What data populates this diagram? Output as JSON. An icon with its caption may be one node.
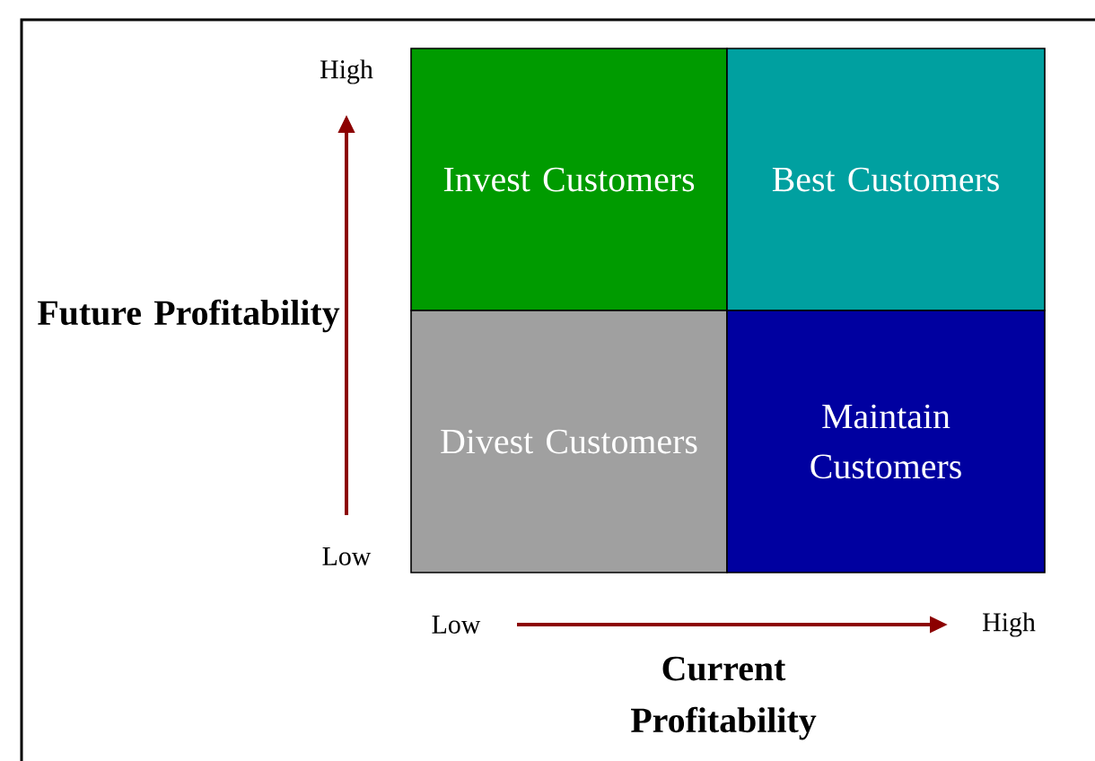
{
  "diagram": {
    "nodes": [
      {
        "text": [
          "Invest Customers"
        ]
      },
      {
        "text": [
          "Best Customers"
        ]
      },
      {
        "text": [
          "Divest Customers"
        ]
      },
      {
        "text": [
          "Maintain Customers"
        ]
      }
    ],
    "labels": [
      "High",
      "Future Profitability",
      "Low",
      "Low",
      "High",
      "Current Profitability"
    ]
  }
}
